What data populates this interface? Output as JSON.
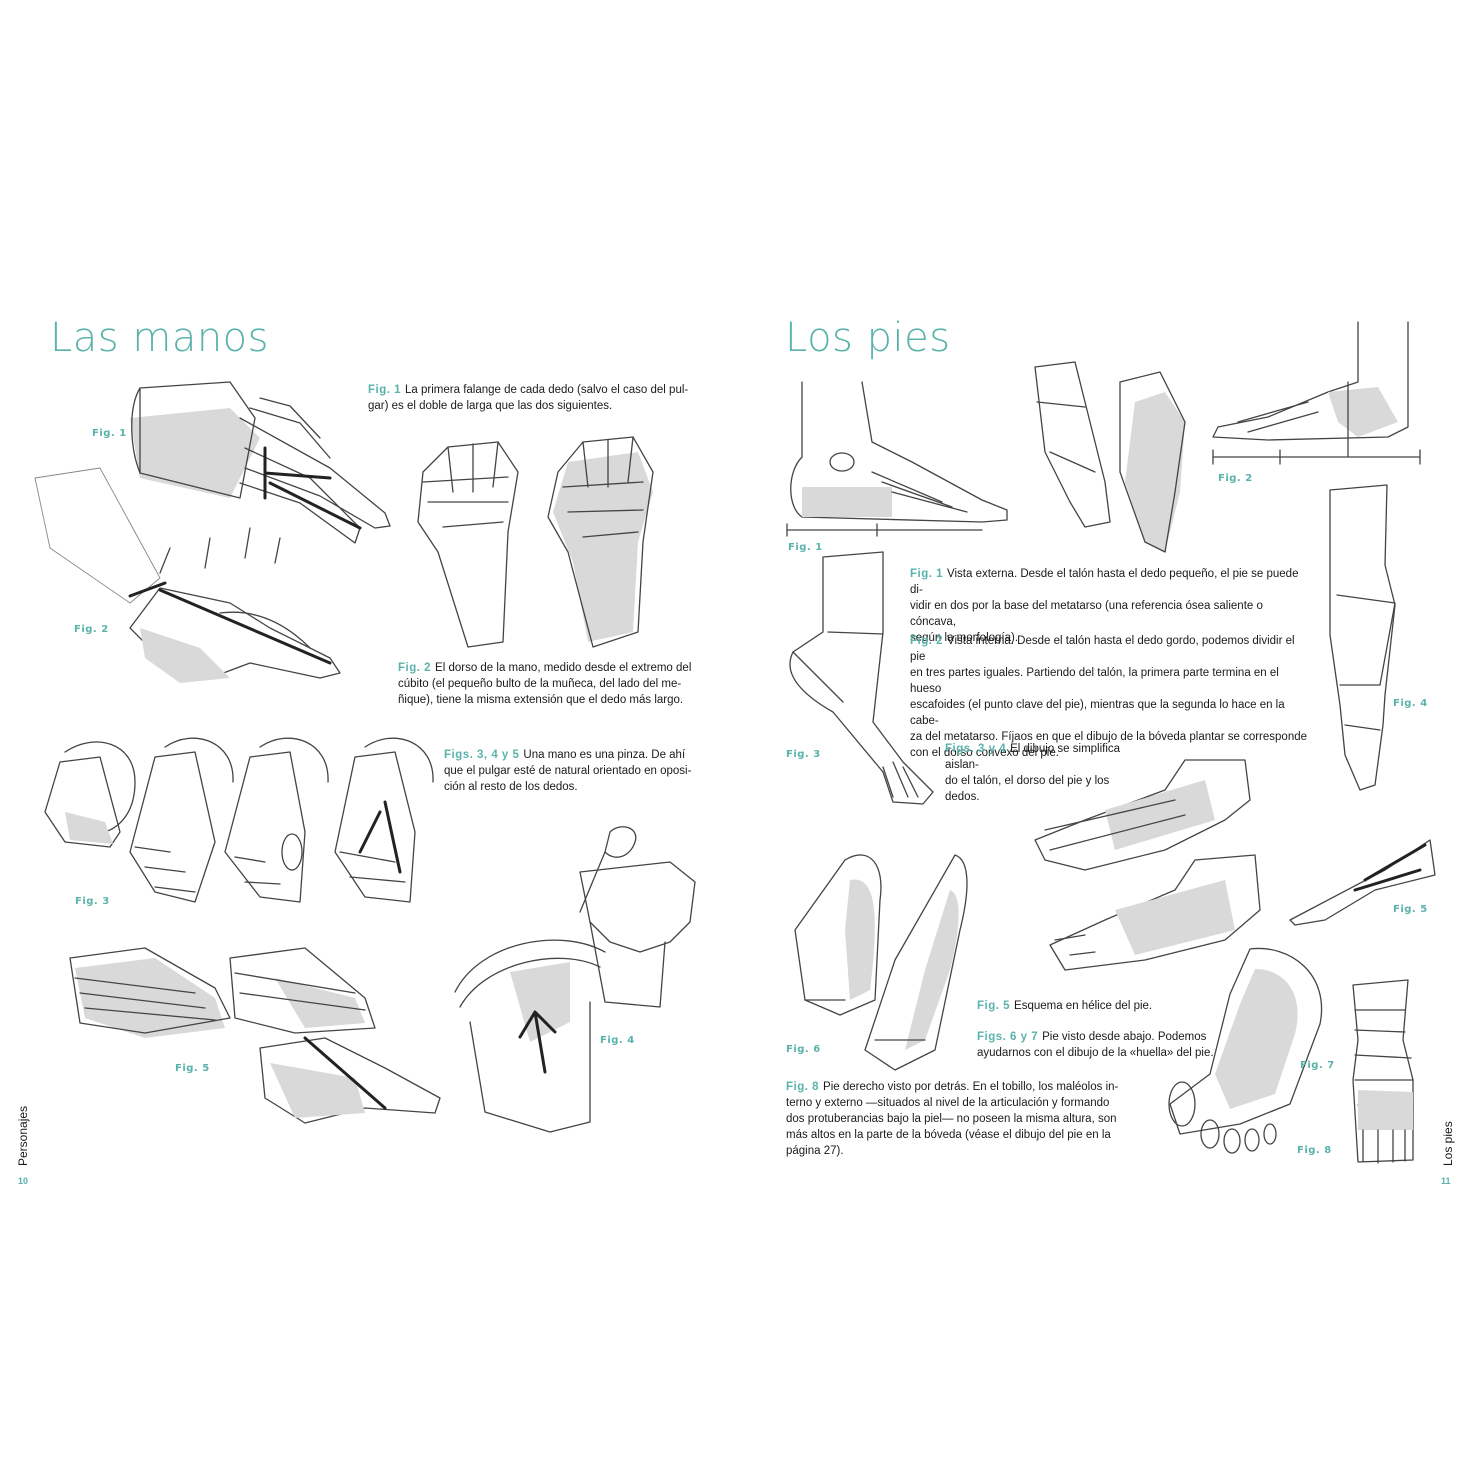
{
  "left_page": {
    "title": "Las manos",
    "running_head": "Personajes",
    "page_number": "10",
    "fig_labels": {
      "fig1": "Fig. 1",
      "fig2": "Fig. 2",
      "fig3": "Fig. 3",
      "fig4": "Fig. 4",
      "fig5": "Fig. 5"
    },
    "paragraphs": [
      {
        "ref": "Fig. 1",
        "lines": [
          "La primera falange de cada dedo (salvo el caso del pul-",
          "gar) es el doble de larga que las dos siguientes."
        ]
      },
      {
        "ref": "Fig. 2",
        "lines": [
          "El dorso de la mano, medido desde el extremo del",
          "cúbito (el pequeño bulto de la muñeca, del lado del me-",
          "ñique), tiene la misma extensión que el dedo más largo."
        ]
      },
      {
        "ref": "Figs. 3, 4 y 5",
        "lines": [
          "Una mano es una pinza. De ahí",
          "que el pulgar esté de natural orientado en oposi-",
          "ción al resto de los dedos."
        ]
      }
    ]
  },
  "right_page": {
    "title": "Los pies",
    "running_head": "Los pies",
    "page_number": "11",
    "fig_labels": {
      "fig1": "Fig. 1",
      "fig2": "Fig. 2",
      "fig3": "Fig. 3",
      "fig4": "Fig. 4",
      "fig5": "Fig. 5",
      "fig6": "Fig. 6",
      "fig7": "Fig. 7",
      "fig8": "Fig. 8"
    },
    "paragraphs": [
      {
        "ref": "Fig. 1",
        "lines": [
          "Vista externa. Desde el talón hasta el dedo pequeño, el pie se puede di-",
          "vidir en dos por la base del metatarso (una referencia ósea saliente o cóncava,",
          "según la morfología)."
        ]
      },
      {
        "ref": "Fig. 2",
        "lines": [
          "Vista interna. Desde el talón hasta el dedo gordo, podemos dividir el pie",
          "en tres partes iguales. Partiendo del talón, la primera parte termina en el hueso",
          "escafoides (el punto clave del pie), mientras que la segunda lo hace en la cabe-",
          "za del metatarso. Fíjaos en que el dibujo de la bóveda plantar se corresponde",
          "con el dorso convexo del pie."
        ]
      },
      {
        "ref": "Figs. 3 y 4",
        "lines": [
          "El dibujo se simplifica aislan-",
          "do el talón, el dorso del pie y los dedos."
        ]
      },
      {
        "ref": "Fig. 5",
        "lines": [
          "Esquema en hélice del pie."
        ]
      },
      {
        "ref": "Figs. 6 y 7",
        "lines": [
          "Pie visto desde abajo. Podemos",
          "ayudarnos con el dibujo de la «huella» del pie."
        ]
      },
      {
        "ref": "Fig. 8",
        "lines": [
          "Pie derecho visto por detrás. En el tobillo, los maléolos in-",
          "terno y externo —situados al nivel de la articulación y formando",
          "dos protuberancias bajo la piel— no poseen la misma altura, son",
          "más altos en la parte de la bóveda (véase el dibujo del pie en la",
          "página 27)."
        ]
      }
    ]
  },
  "colors": {
    "accent": "#5ab3ab",
    "text": "#1a1a1a",
    "sketch": "#444444"
  },
  "illustrations": [
    "hand-sketch",
    "foot-sketch",
    "arrow-sketch"
  ]
}
